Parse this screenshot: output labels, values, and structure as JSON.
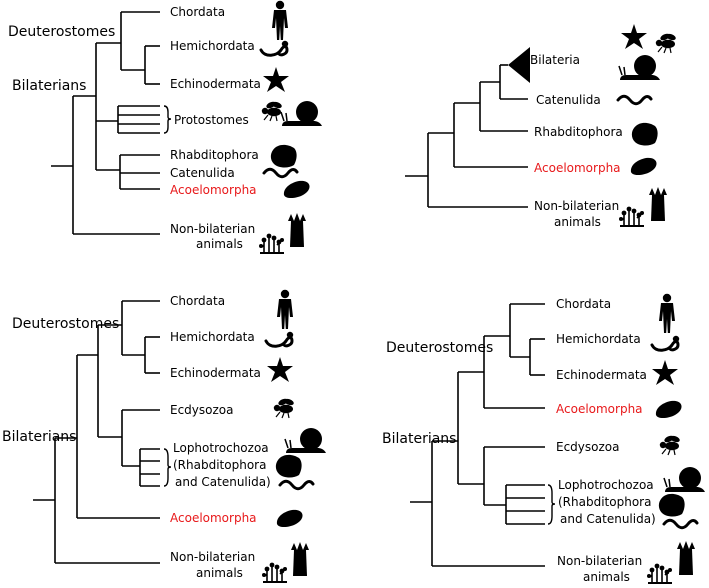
{
  "colors": {
    "line": "#000000",
    "text": "#000000",
    "highlight": "#e8191b"
  },
  "tree_a": {
    "group_deuterostomes": "Deuterostomes",
    "group_bilaterians": "Bilaterians",
    "taxa": [
      "Chordata",
      "Hemichordata",
      "Echinodermata",
      "Protostomes",
      "Rhabditophora",
      "Catenulida",
      "Acoelomorpha",
      "Non-bilaterian",
      "animals"
    ]
  },
  "tree_b": {
    "taxa": [
      "Bilateria",
      "Catenulida",
      "Rhabditophora",
      "Acoelomorpha",
      "Non-bilaterian",
      "animals"
    ]
  },
  "tree_c": {
    "group_deuterostomes": "Deuterostomes",
    "group_bilaterians": "Bilaterians",
    "taxa": [
      "Chordata",
      "Hemichordata",
      "Echinodermata",
      "Ecdysozoa",
      "Lophotrochozoa",
      "(Rhabditophora",
      "and Catenulida)",
      "Acoelomorpha",
      "Non-bilaterian",
      "animals"
    ]
  },
  "tree_d": {
    "group_deuterostomes": "Deuterostomes",
    "group_bilaterians": "Bilaterians",
    "taxa": [
      "Chordata",
      "Hemichordata",
      "Echinodermata",
      "Acoelomorpha",
      "Ecdysozoa",
      "Lophotrochozoa",
      "(Rhabditophora",
      "and Catenulida)",
      "Non-bilaterian",
      "animals"
    ]
  },
  "icons": [
    "human-icon",
    "acorn-worm-icon",
    "starfish-icon",
    "bee-icon",
    "snail-icon",
    "flatworm-icon",
    "worm-icon",
    "acoel-icon",
    "sea-anemone-icon",
    "sponge-coral-icon"
  ]
}
